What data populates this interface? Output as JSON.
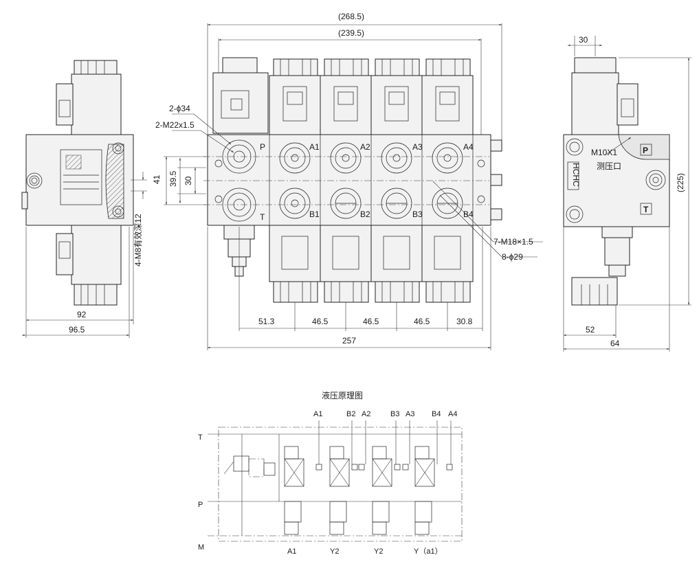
{
  "dimensions": {
    "overall_width": "(268.5)",
    "inner_width": "(239.5)",
    "bottom_total": "257",
    "bottom_segments": [
      "51.3",
      "46.5",
      "46.5",
      "46.5",
      "30.8"
    ],
    "left_h1": "41",
    "left_h2": "39.5",
    "left_h3": "30",
    "side_depth1": "92",
    "side_depth2": "96.5",
    "mount_hole": "4-M8有效深12",
    "right_top": "30",
    "right_height": "(225)",
    "right_w1": "52",
    "right_w2": "64"
  },
  "callouts": {
    "holes_d34": "2-ϕ34",
    "thread_m22": "2-M22x1.5",
    "thread_m18": "7-M18×1.5",
    "holes_d29": "8-ϕ29",
    "gauge_thread": "M10X1",
    "gauge_port": "测压口"
  },
  "ports": {
    "P": "P",
    "T": "T",
    "A1": "A1",
    "A2": "A2",
    "A3": "A3",
    "A4": "A4",
    "B1": "B1",
    "B2": "B2",
    "B3": "B3",
    "B4": "B4"
  },
  "right_view": {
    "port_P": "P",
    "port_T": "T",
    "brand": "HCHC"
  },
  "schematic": {
    "title": "液压原理图",
    "left_T": "T",
    "left_P": "P",
    "left_M": "M",
    "top_labels": [
      "A1",
      "B2",
      "A2",
      "B3",
      "A3",
      "B4",
      "A4"
    ],
    "bottom_labels": [
      "A1",
      "Y2",
      "Y2",
      "Y（a1）"
    ]
  }
}
